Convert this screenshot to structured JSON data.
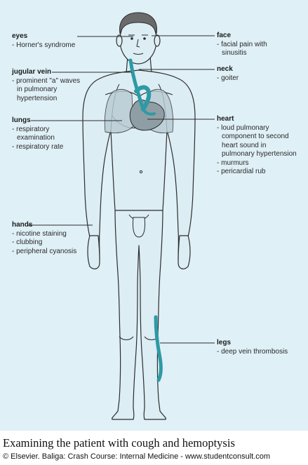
{
  "labels": {
    "eyes": {
      "title": "eyes",
      "items": [
        "- Horner's syndrome"
      ]
    },
    "jugular": {
      "title": "jugular vein",
      "items": [
        "- prominent \"a\" waves",
        "in pulmonary",
        "hypertension"
      ]
    },
    "lungs": {
      "title": "lungs",
      "items": [
        "- respiratory",
        "examination",
        "- respiratory rate"
      ]
    },
    "hands": {
      "title": "hands",
      "items": [
        "- nicotine staining",
        "- clubbing",
        "- peripheral cyanosis"
      ]
    },
    "face": {
      "title": "face",
      "items": [
        "- facial pain with",
        "sinusitis"
      ]
    },
    "neck": {
      "title": "neck",
      "items": [
        "- goiter"
      ]
    },
    "heart": {
      "title": "heart",
      "items": [
        "- loud pulmonary",
        "component to second",
        "heart sound in",
        "pulmonary hypertension",
        "- murmurs",
        "- pericardial rub"
      ]
    },
    "legs": {
      "title": "legs",
      "items": [
        "- deep vein thrombosis"
      ]
    }
  },
  "caption": "Examining the patient with cough and hemoptysis",
  "credit": "© Elsevier. Baliga: Crash Course: Internal Medicine - www.studentconsult.com",
  "colors": {
    "background": "#dff0f6",
    "body_fill": "#dcedf4",
    "body_outline": "#2d2d2d",
    "vessel": "#2d9aa5",
    "organ": "#8f9ea4",
    "hair": "#6a6a6a"
  }
}
